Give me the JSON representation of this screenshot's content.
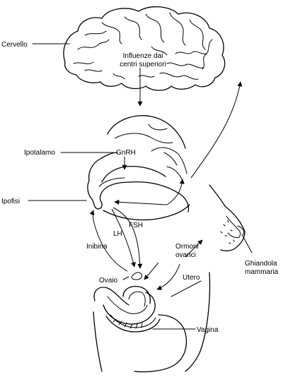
{
  "labels": {
    "cervello": "Cervello",
    "influenze_line1": "Influenze dai",
    "influenze_line2": "centri superiori",
    "ipotalamo": "Ipotalamo",
    "gnrh": "GnRH",
    "ipofisi": "Ipofisi",
    "fsh": "FSH",
    "lh": "LH",
    "inibina": "Inibina",
    "ormoni_line1": "Ormoni",
    "ormoni_line2": "ovarici",
    "ovaio": "Ovaio",
    "utero": "Utero",
    "ghiandola_line1": "Ghiandola",
    "ghiandola_line2": "mammaria",
    "vagina": "Vagina"
  }
}
